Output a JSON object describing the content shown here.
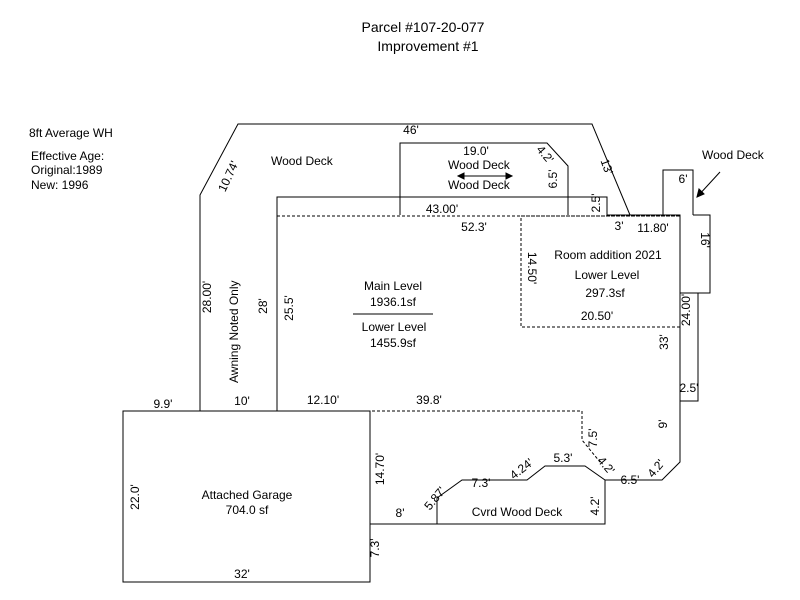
{
  "title": "Parcel #107-20-077",
  "subtitle": "Improvement #1",
  "notes": {
    "wall_height": "8ft Average WH",
    "effective_age_label": "Effective Age:",
    "original": "Original:1989",
    "new": "New: 1996"
  },
  "areas": {
    "wood_deck_left": "Wood Deck",
    "wood_deck_top_1": "Wood Deck",
    "wood_deck_top_2": "Wood Deck",
    "wood_deck_right": "Wood Deck",
    "main_level": "Main Level",
    "main_level_sf": "1936.1sf",
    "lower_level": "Lower Level",
    "lower_level_sf": "1455.9sf",
    "room_addition": "Room addition 2021",
    "room_lower_level": "Lower Level",
    "room_sf": "297.3sf",
    "garage": "Attached Garage",
    "garage_sf": "704.0 sf",
    "covered_deck": "Cvrd Wood Deck",
    "awning": "Awning Noted Only"
  },
  "dimensions": {
    "d46": "46'",
    "d10_74": "10.74'",
    "d19_0": "19.0'",
    "d4_2_top": "4.2'",
    "d6_5_top": "6.5'",
    "d13": "13'",
    "d2_5_top": "2.5'",
    "d43_00": "43.00'",
    "d52_3": "52.3'",
    "d3": "3'",
    "d11_80": "11.80'",
    "d6_deck": "6'",
    "d16": "16'",
    "d14_50": "14.50'",
    "d20_50": "20.50'",
    "d24_00": "24.00'",
    "d28_00": "28.00'",
    "d28": "28'",
    "d25_5": "25.5'",
    "d33": "33'",
    "d2_5_right": "2.5'",
    "d9_9": "9.9'",
    "d10": "10'",
    "d12_10": "12.10'",
    "d39_8": "39.8'",
    "d9": "9'",
    "d7_5": "7.5'",
    "d4_2_a": "4.2'",
    "d6_5_b": "6.5'",
    "d4_2_b": "4.2'",
    "d5_3": "5.3'",
    "d4_24": "4.24'",
    "d7_3_top": "7.3'",
    "d5_87": "5.87'",
    "d14_70": "14.70'",
    "d8": "8'",
    "d4_2_c": "4.2'",
    "d22_0": "22.0'",
    "d7_3_side": "7.3'",
    "d32": "32'"
  }
}
